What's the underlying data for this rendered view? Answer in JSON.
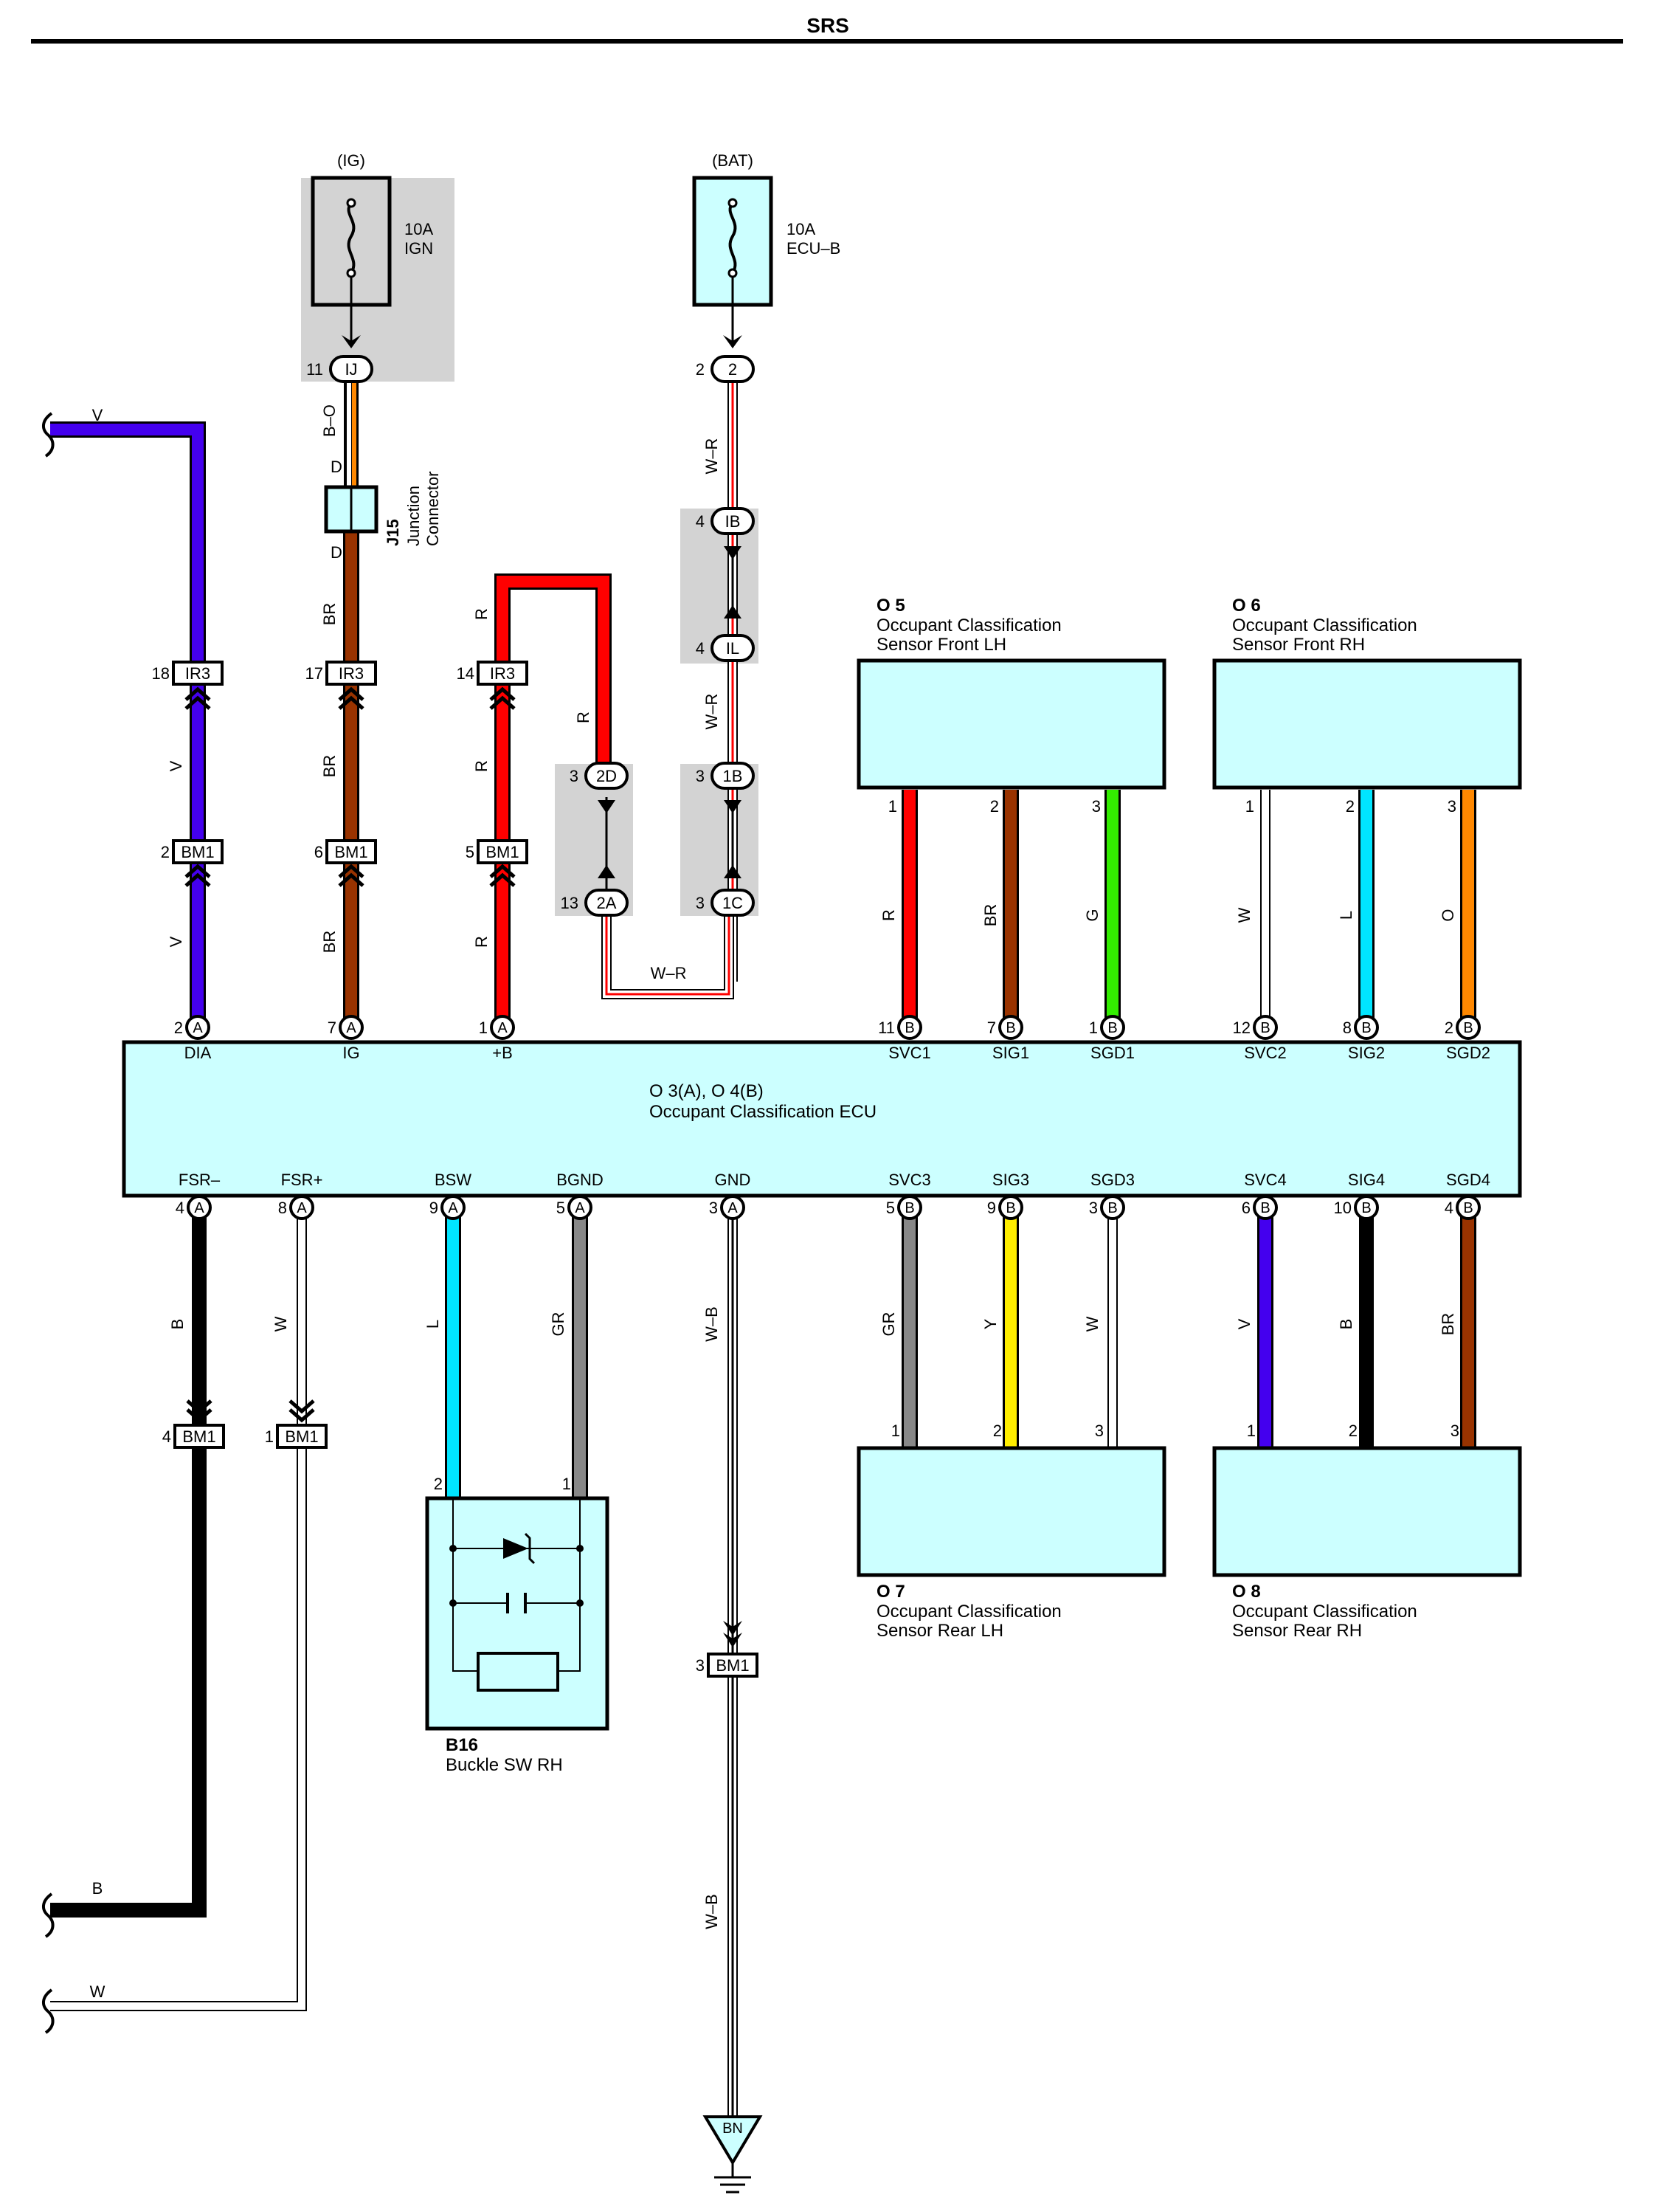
{
  "title": "SRS",
  "supplies": {
    "ig": {
      "label": "(IG)",
      "amp": "10A",
      "name": "IGN"
    },
    "bat": {
      "label": "(BAT)",
      "amp": "10A",
      "name": "ECU–B"
    }
  },
  "junction": {
    "code": "J15",
    "name1": "Junction",
    "name2": "Connector",
    "pin": "D"
  },
  "ecu": {
    "title": "O 3(A), O 4(B)",
    "name": "Occupant Classification ECU"
  },
  "sensors": {
    "o5": {
      "code": "O 5",
      "name1": "Occupant Classification",
      "name2": "Sensor Front LH"
    },
    "o6": {
      "code": "O 6",
      "name1": "Occupant Classification",
      "name2": "Sensor Front RH"
    },
    "o7": {
      "code": "O 7",
      "name1": "Occupant Classification",
      "name2": "Sensor Rear LH"
    },
    "o8": {
      "code": "O 8",
      "name1": "Occupant Classification",
      "name2": "Sensor Rear RH"
    }
  },
  "buckle": {
    "code": "B16",
    "name": "Buckle SW RH"
  },
  "ground": {
    "code": "BN"
  },
  "colors": {
    "ecu_fill": "#ccffff",
    "junction_block": "#d3d3d3",
    "V": "#4400ee",
    "BR": "#993300",
    "R": "#ff0000",
    "G": "#33ee00",
    "L": "#00e5ff",
    "O": "#ff8800",
    "GR": "#888888",
    "Y": "#ffee00",
    "B": "#000000",
    "W": "#ffffff"
  },
  "connectors": {
    "ij": {
      "code": "IJ",
      "pin": "11"
    },
    "bat2": {
      "code": "2",
      "pin": "2"
    },
    "ib": {
      "code": "IB",
      "pin": "4"
    },
    "il": {
      "code": "IL",
      "pin": "4"
    },
    "c1b": {
      "code": "1B",
      "pin": "3"
    },
    "c1c": {
      "code": "1C",
      "pin": "3"
    },
    "c2d": {
      "code": "2D",
      "pin": "3"
    },
    "c2a": {
      "code": "2A",
      "pin": "13"
    },
    "ir3_1": {
      "code": "IR3",
      "pin": "18"
    },
    "ir3_2": {
      "code": "IR3",
      "pin": "17"
    },
    "ir3_3": {
      "code": "IR3",
      "pin": "14"
    },
    "bm1_1": {
      "code": "BM1",
      "pin": "2"
    },
    "bm1_2": {
      "code": "BM1",
      "pin": "6"
    },
    "bm1_3": {
      "code": "BM1",
      "pin": "5"
    },
    "bm1_4": {
      "code": "BM1",
      "pin": "4"
    },
    "bm1_5": {
      "code": "BM1",
      "pin": "1"
    },
    "bm1_6": {
      "code": "BM1",
      "pin": "3"
    }
  },
  "ecu_top_pins": [
    {
      "name": "DIA",
      "pin": "2",
      "conn": "A"
    },
    {
      "name": "IG",
      "pin": "7",
      "conn": "A"
    },
    {
      "name": "+B",
      "pin": "1",
      "conn": "A"
    },
    {
      "name": "SVC1",
      "pin": "11",
      "conn": "B"
    },
    {
      "name": "SIG1",
      "pin": "7",
      "conn": "B"
    },
    {
      "name": "SGD1",
      "pin": "1",
      "conn": "B"
    },
    {
      "name": "SVC2",
      "pin": "12",
      "conn": "B"
    },
    {
      "name": "SIG2",
      "pin": "8",
      "conn": "B"
    },
    {
      "name": "SGD2",
      "pin": "2",
      "conn": "B"
    }
  ],
  "ecu_bottom_pins": [
    {
      "name": "FSR–",
      "pin": "4",
      "conn": "A"
    },
    {
      "name": "FSR+",
      "pin": "8",
      "conn": "A"
    },
    {
      "name": "BSW",
      "pin": "9",
      "conn": "A"
    },
    {
      "name": "BGND",
      "pin": "5",
      "conn": "A"
    },
    {
      "name": "GND",
      "pin": "3",
      "conn": "A"
    },
    {
      "name": "SVC3",
      "pin": "5",
      "conn": "B"
    },
    {
      "name": "SIG3",
      "pin": "9",
      "conn": "B"
    },
    {
      "name": "SGD3",
      "pin": "3",
      "conn": "B"
    },
    {
      "name": "SVC4",
      "pin": "6",
      "conn": "B"
    },
    {
      "name": "SIG4",
      "pin": "10",
      "conn": "B"
    },
    {
      "name": "SGD4",
      "pin": "4",
      "conn": "B"
    }
  ],
  "sensor_pins": {
    "o5": [
      "1",
      "2",
      "3"
    ],
    "o6": [
      "1",
      "2",
      "3"
    ],
    "o7": [
      "1",
      "2",
      "3"
    ],
    "o8": [
      "1",
      "2",
      "3"
    ]
  },
  "buckle_pins": [
    "2",
    "1"
  ],
  "wire_labels": {
    "v_left": "V",
    "b_left": "B",
    "w_left": "W",
    "bo": "B–O",
    "br1": "BR",
    "br2": "BR",
    "br3": "BR",
    "r1": "R",
    "r2": "R",
    "r3": "R",
    "r4": "R",
    "v1": "V",
    "v2": "V",
    "wr1": "W–R",
    "wr2": "W–R",
    "wr3": "W–R",
    "s_r": "R",
    "s_br": "BR",
    "s_g": "G",
    "s_w": "W",
    "s_l": "L",
    "s_o": "O",
    "b_fsr": "B",
    "w_fsr": "W",
    "l_bsw": "L",
    "gr_bgnd": "GR",
    "wb1": "W–B",
    "wb2": "W–B",
    "s_gr": "GR",
    "s_y": "Y",
    "s_w2": "W",
    "s_v": "V",
    "s_b": "B",
    "s_br2": "BR"
  }
}
